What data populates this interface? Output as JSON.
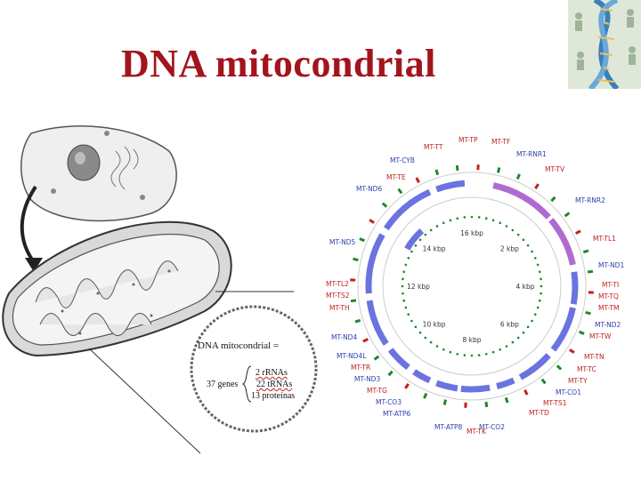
{
  "slide": {
    "title": "DNA mitocondrial"
  },
  "caption": {
    "title": "DNA mitocondrial =",
    "genes": "37 genes",
    "rrnas": "2 rRNAs",
    "trnas": "22 tRNAs",
    "proteins": "13 proteínas"
  },
  "map": {
    "kbp": [
      "16 kbp",
      "2 kbp",
      "4 kbp",
      "6 kbp",
      "8 kbp",
      "10 kbp",
      "12 kbp",
      "14 kbp"
    ],
    "genes": [
      "MT-TP",
      "MT-TT",
      "MT-TF",
      "MT-CYB",
      "MT-RNR1",
      "MT-TV",
      "MT-TE",
      "MT-ND6",
      "MT-RNR2",
      "MT-ND5",
      "MT-TL1",
      "MT-ND1",
      "MT-TL2",
      "MT-TI",
      "MT-TS2",
      "MT-TQ",
      "MT-TH",
      "MT-TM",
      "MT-ND2",
      "MT-ND4",
      "MT-TW",
      "MT-ND4L",
      "MT-TN",
      "MT-TR",
      "MT-TC",
      "MT-ND3",
      "MT-TY",
      "MT-TG",
      "MT-CO1",
      "MT-CO3",
      "MT-TS1",
      "MT-ATP6",
      "MT-TD",
      "MT-ATP8",
      "MT-TK",
      "MT-CO2"
    ]
  },
  "colors": {
    "title": "#a3141d",
    "heavy_strand": "#6b73e0",
    "rrna": "#b06ad0",
    "trna": "#c02020",
    "tick": "#1a8a2a"
  }
}
